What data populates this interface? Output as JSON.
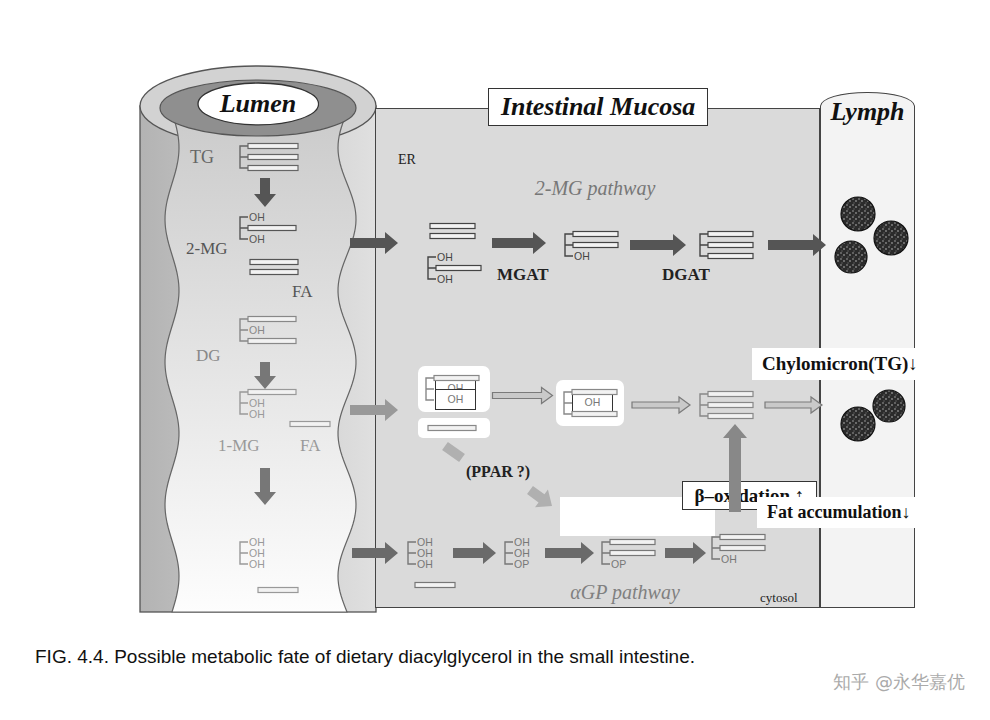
{
  "diagram": {
    "caption": "FIG. 4.4. Possible metabolic fate of dietary diacylglycerol in the small intestine.",
    "nodes": [
      {
        "text": [
          "Lumen"
        ]
      },
      {
        "text": [
          "Intestinal Mucosa"
        ]
      },
      {
        "text": [
          "Lymph"
        ]
      },
      {
        "text": [
          "OH",
          "OH"
        ],
        "in": 1
      },
      {
        "text": [
          "OH"
        ],
        "in": 1
      },
      {
        "text": [
          "β–oxidation ↑"
        ],
        "in": 1
      },
      {
        "text": [
          "Chylomicron(TG)↓"
        ]
      },
      {
        "text": [
          "Fat accumulation↓"
        ]
      }
    ],
    "edges": [
      {
        "from": 3,
        "to": 4,
        "arrow": "to"
      }
    ],
    "labels": [
      "ER",
      "2-MG pathway",
      "TG",
      "OH",
      "OH",
      "2-MG",
      "FA",
      "OH",
      "DG",
      "OH",
      "OH",
      "1-MG",
      "FA",
      "OH",
      "OH",
      "OH",
      "OH",
      "OH",
      "MGAT",
      "OH",
      "DGAT",
      "(PPAR ?)",
      "OH",
      "OH",
      "OH",
      "OH",
      "OH",
      "OP",
      "OP",
      "OH",
      "αGP pathway",
      "cytosol",
      "知乎 @永华嘉优"
    ]
  }
}
